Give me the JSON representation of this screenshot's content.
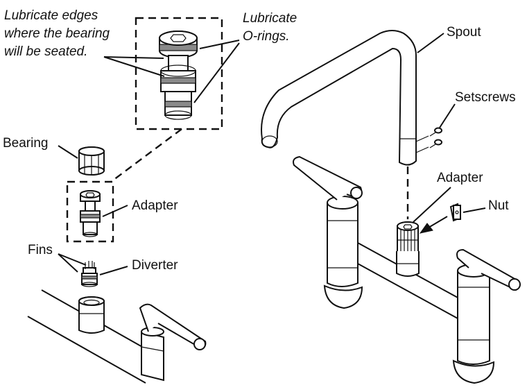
{
  "labels": {
    "lubricate_edges": [
      "Lubricate edges",
      "where the bearing",
      "will be seated."
    ],
    "lubricate_orings": [
      "Lubricate",
      "O-rings."
    ],
    "bearing": "Bearing",
    "adapter_left": "Adapter",
    "fins": "Fins",
    "diverter": "Diverter",
    "spout": "Spout",
    "setscrews": "Setscrews",
    "adapter_right": "Adapter",
    "nut": "Nut"
  }
}
